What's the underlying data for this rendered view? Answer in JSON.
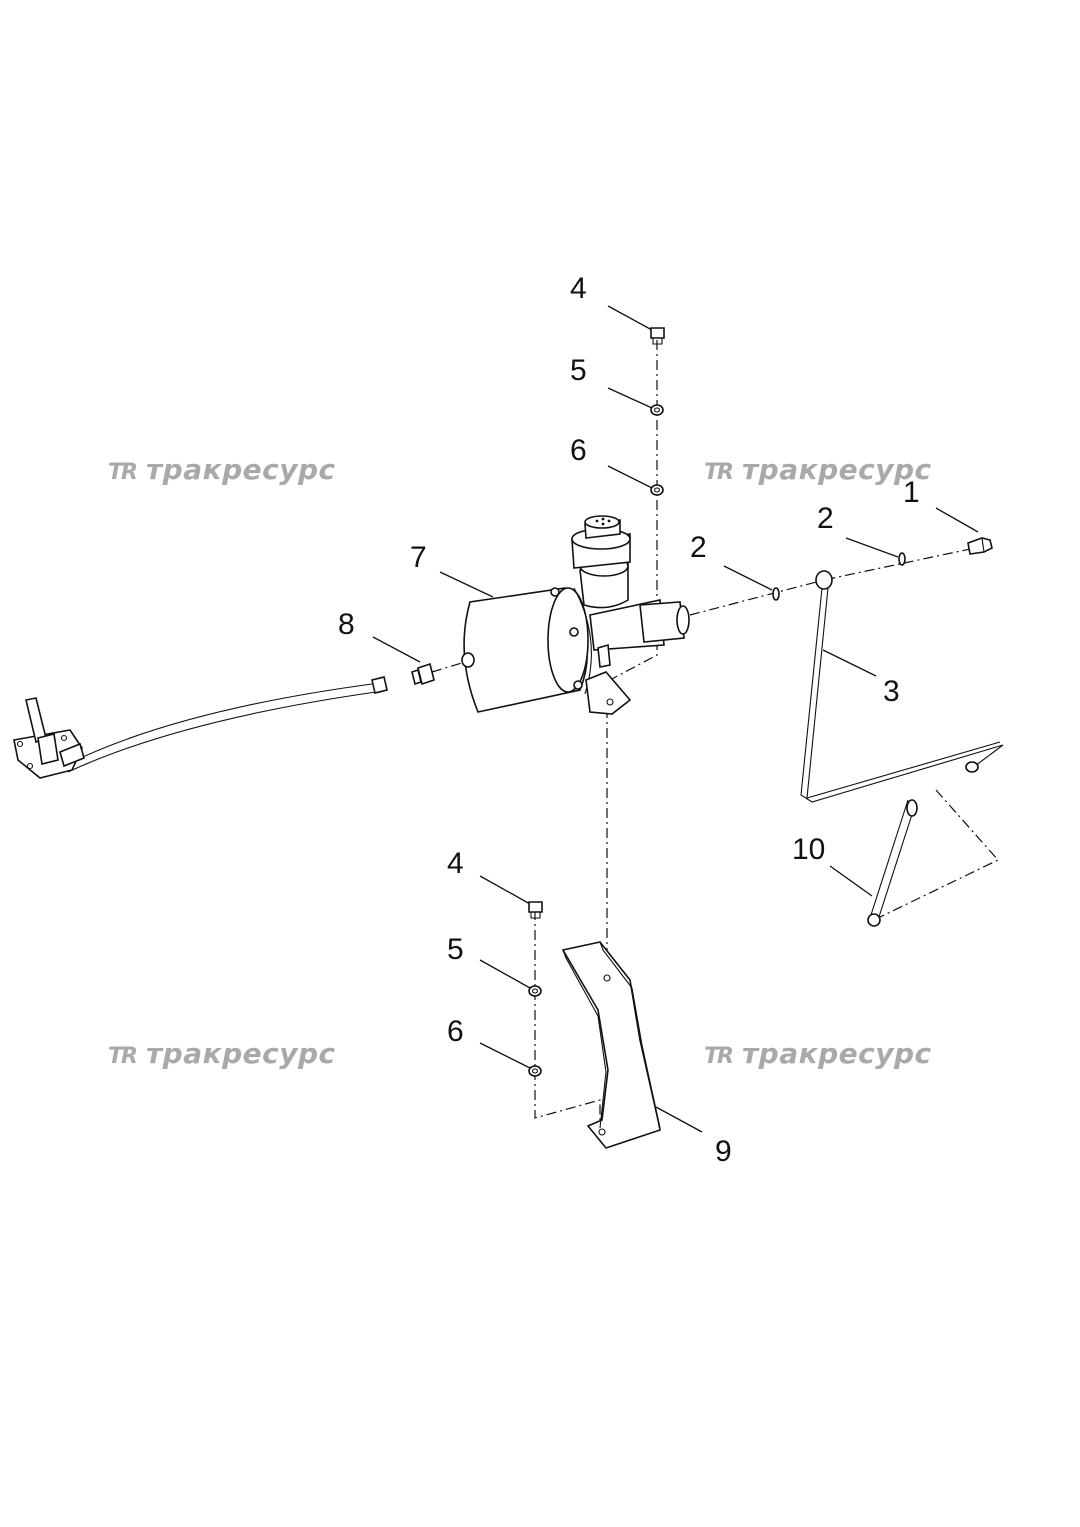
{
  "watermark": {
    "logo": "TR",
    "text": "тракресурс"
  },
  "callouts": [
    {
      "id": "c1",
      "label": "1"
    },
    {
      "id": "c2a",
      "label": "2"
    },
    {
      "id": "c2b",
      "label": "2"
    },
    {
      "id": "c3",
      "label": "3"
    },
    {
      "id": "c4a",
      "label": "4"
    },
    {
      "id": "c4b",
      "label": "4"
    },
    {
      "id": "c5a",
      "label": "5"
    },
    {
      "id": "c5b",
      "label": "5"
    },
    {
      "id": "c6a",
      "label": "6"
    },
    {
      "id": "c6b",
      "label": "6"
    },
    {
      "id": "c7",
      "label": "7"
    },
    {
      "id": "c8",
      "label": "8"
    },
    {
      "id": "c9",
      "label": "9"
    },
    {
      "id": "c10",
      "label": "10"
    }
  ]
}
